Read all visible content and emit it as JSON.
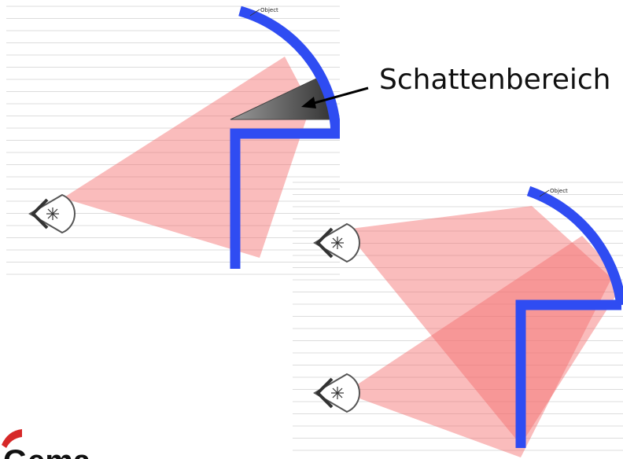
{
  "colors": {
    "background": "#ffffff",
    "line": "#d0d0d0",
    "object": "#2f4cf2",
    "beam": "#f56a6a",
    "shadow": "#555555",
    "logo_accent": "#d62828"
  },
  "diagram1": {
    "object_label": "Object",
    "annotation": "Schattenbereich",
    "icons": [
      "laser-scanner-icon"
    ]
  },
  "diagram2": {
    "object_label": "Object",
    "icons": [
      "laser-scanner-icon",
      "laser-scanner-icon"
    ]
  },
  "logo": {
    "text": "Gema"
  }
}
